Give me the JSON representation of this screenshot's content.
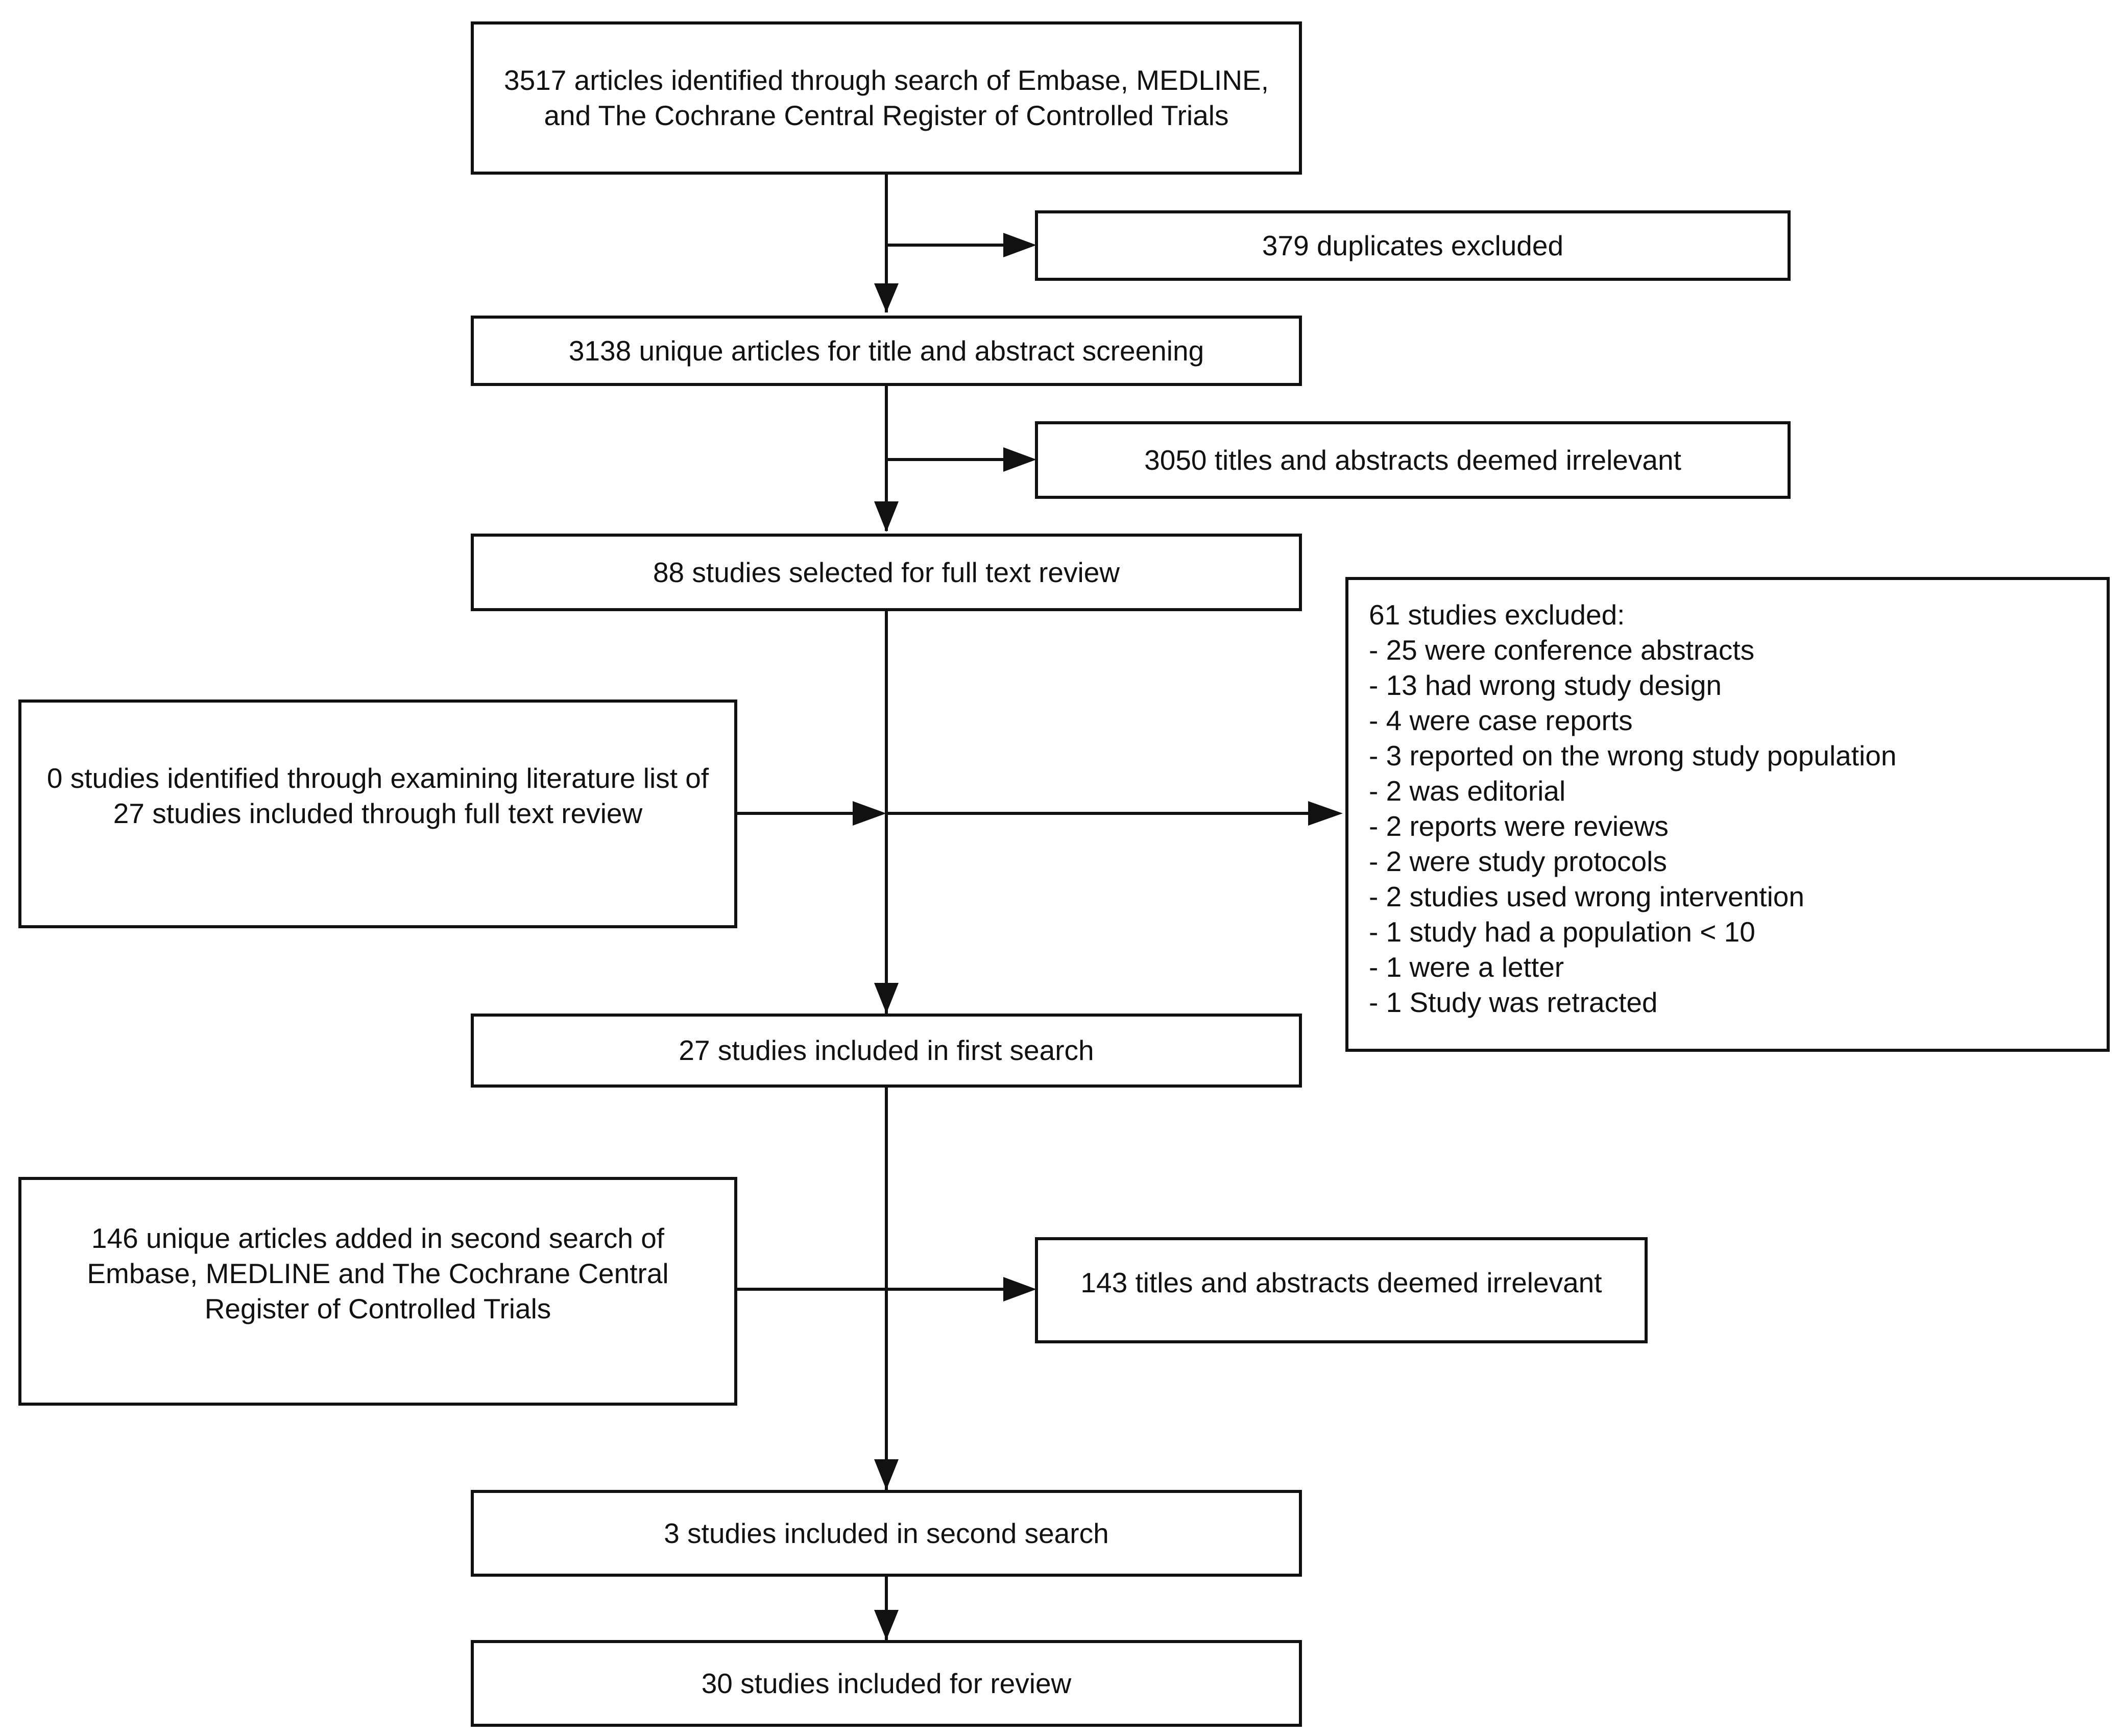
{
  "flowchart": {
    "identified": "3517 articles identified through search of Embase, MEDLINE, and The Cochrane Central Register of Controlled Trials",
    "duplicates": "379 duplicates excluded",
    "unique_screening": "3138 unique articles for title and abstract screening",
    "irrelevant_first": "3050 titles and abstracts deemed irrelevant",
    "full_text": "88 studies selected for full text review",
    "literature_list": "0 studies identified through examining literature list of 27 studies included through full text review",
    "excluded": {
      "heading": "61 studies excluded:",
      "reasons": [
        "- 25 were conference abstracts",
        "- 13 had wrong study design",
        "- 4 were case reports",
        "- 3 reported on the wrong study population",
        "- 2 was editorial",
        "- 2 reports were reviews",
        "- 2 were study protocols",
        "- 2 studies used wrong intervention",
        "- 1 study had a population < 10",
        "- 1 were a letter",
        "- 1 Study was retracted"
      ]
    },
    "first_search": "27 studies included in first search",
    "second_search_added": "146 unique articles added in second search of Embase, MEDLINE and The Cochrane Central Register of Controlled Trials",
    "irrelevant_second": "143 titles and abstracts deemed irrelevant",
    "second_search_included": "3 studies included in second search",
    "final": "30 studies included for review"
  }
}
